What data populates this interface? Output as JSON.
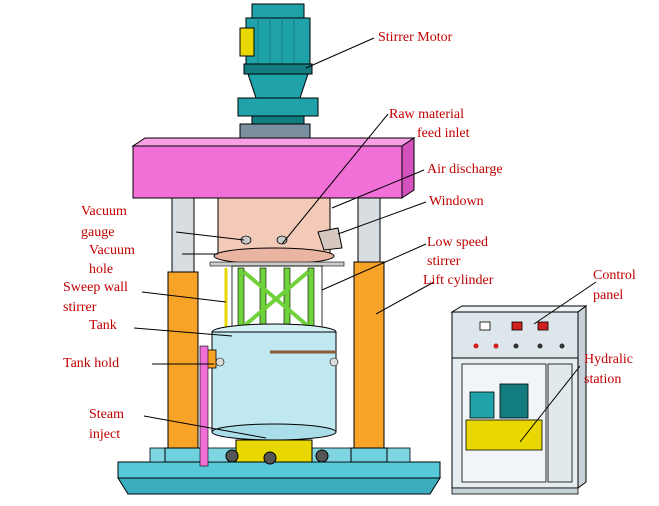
{
  "labels": {
    "stirrer_motor": "Stirrer Motor",
    "raw_material_1": "Raw material",
    "raw_material_2": "feed inlet",
    "air_discharge": "Air discharge",
    "windown": "Windown",
    "vacuum_gauge_1": "Vacuum",
    "vacuum_gauge_2": "gauge",
    "vacuum_hole_1": "Vacuum",
    "vacuum_hole_2": "hole",
    "low_speed_1": "Low speed",
    "low_speed_2": "stirrer",
    "sweep_wall_1": "Sweep wall",
    "sweep_wall_2": "stirrer",
    "lift_cylinder": "Lift cylinder",
    "control_1": "Control",
    "control_2": "panel",
    "tank": "Tank",
    "tank_hold": "Tank hold",
    "hydralic_1": "Hydralic",
    "hydralic_2": "station",
    "steam_1": "Steam",
    "steam_2": "inject"
  },
  "colors": {
    "label_text": "#c00000",
    "leader_line": "#000000",
    "motor": "#1fa3a8",
    "motor_dark": "#137c80",
    "beam": "#f070d8",
    "lid": "#f3c9b8",
    "column_orange": "#f7a327",
    "column_gray": "#d8dde2",
    "stirrer_frame": "#6fd23a",
    "tank": "#bfe8f0",
    "base": "#58c9d9",
    "panel": "#dde6ea"
  }
}
